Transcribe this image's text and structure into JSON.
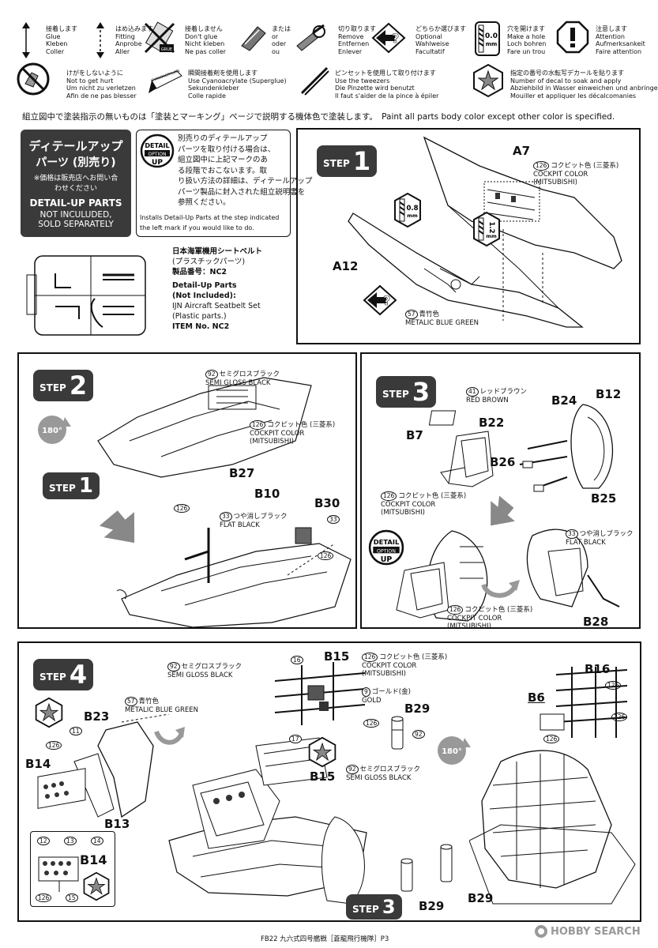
{
  "legend": {
    "row1": [
      {
        "icon": "up-down-arrow-icon",
        "text": "接着します\nGlue\nKleben\nColler"
      },
      {
        "icon": "dashed-arrow-icon",
        "text": "はめ込みます\nFitting\nAnprobe\nAller"
      },
      {
        "icon": "no-glue-icon",
        "text": "接着しません\nDon't glue\nNicht kleben\nNe pas coller"
      },
      {
        "icon": "or-icon",
        "text": "または\nor\noder\nou"
      },
      {
        "icon": "cutter-icon",
        "text": "切り取ります\nRemove\nEntfernen\nEnlever"
      },
      {
        "icon": "optional-icon",
        "text": "どちらか選びます\nOptional\nWahlweise\nFacultatif"
      },
      {
        "icon": "drill-hole-icon",
        "text": "穴を開けます\nMake a hole\nLoch bohren\nFare un trou"
      },
      {
        "icon": "attention-icon",
        "text": "注意します\nAttention\nAufmerksankeit\nFaire attention"
      }
    ],
    "row2": [
      {
        "icon": "hurt-hand-icon",
        "text": "けがをしないように\nNot to get hurt\nUm nicht zu verletzen\nAfin de ne pas blesser"
      },
      {
        "icon": "cyanoacrylate-icon",
        "text": "瞬間接着剤を使用します\nUse Cyanoacrylate (Superglue)\nSekundenkleber\nColle rapide"
      },
      {
        "icon": "tweezers-icon",
        "text": "ピンセットを使用して取り付けます\nUse the tweezers\nDie Pinzette wird benutzt\nIl faut s'aider de la pince à épiler"
      },
      {
        "icon": "decal-star-icon",
        "text": "指定の番号の水転写デカールを貼ります\nNumber of decal to soak and apply\nAbziehbild in Wasser einweichen und anbringen\nMouiller et appliquer les décalcomanies"
      }
    ],
    "drill_value": "0.0",
    "drill_unit": "mm",
    "cyano_label": "CYANOACRYLATE",
    "noglue_label": "GRUE"
  },
  "paint_instruction": "組立図中で塗装指示の無いものは「塗装とマーキング」ページで説明する機体色で塗装します。　Paint all parts body color except other color is specified.",
  "detail_box": {
    "title_jp_1": "ディテールアップ",
    "title_jp_2": "パーツ (別売り)",
    "note_jp_1": "※価格は販売店へお問い合",
    "note_jp_2": "わせください",
    "title_en": "DETAIL-UP PARTS",
    "sub_en_1": "NOT INCULUDED,",
    "sub_en_2": "SOLD SEPARATELY"
  },
  "option_box": {
    "badge_top": "DETAIL",
    "badge_mid": "OPTION",
    "badge_bot": "UP",
    "text_jp": "別売りのディテールアップ\nパーツを取り付ける場合は、\n組立図中に上記マークのあ\nる段階でおこないます。取\nり扱い方法の詳細は、ディテールアップ\nパーツ製品に封入された組立説明書を\n参照ください。",
    "text_en": "Installs Detail-Up Parts at the step indicated\nthe left mark if you would like to do."
  },
  "seatbelt": {
    "jp_1": "日本海軍機用シートベルト",
    "jp_2": "(プラスチックパーツ)",
    "jp_3": "製品番号：NC2",
    "en_1": "Detail-Up Parts",
    "en_2": "(Not Included):",
    "en_3": "IJN Aircraft Seatbelt Set",
    "en_4": "(Plastic parts.)",
    "en_5": "ITEM No. NC2"
  },
  "step1": {
    "word": "STEP",
    "num": "1",
    "parts": [
      "A7",
      "A12"
    ],
    "drill1": "0.8",
    "drill2": "1.2",
    "unit": "mm",
    "color1": {
      "num": "126",
      "text": "コクピット色 (三菱系)\nCOCKPIT COLOR\n(MITSUBISHI)"
    },
    "color2": {
      "num": "57",
      "text": "青竹色\nMETALIC BLUE GREEN"
    }
  },
  "step2": {
    "word": "STEP",
    "num": "2",
    "sub_word": "STEP",
    "sub_num": "1",
    "rotate": "180°",
    "parts": [
      "B27",
      "B10",
      "B30"
    ],
    "color1": {
      "num": "92",
      "text": "セミグロスブラック\nSEMI GLOSS BLACK"
    },
    "color2": {
      "num": "126",
      "text": "コクピット色 (三菱系)\nCOCKPIT COLOR\n(MITSUBISHI)"
    },
    "color3": {
      "num": "33",
      "text": "つや消しブラック\nFLAT BLACK"
    },
    "marks": [
      "126",
      "33",
      "126"
    ]
  },
  "step3": {
    "word": "STEP",
    "num": "3",
    "parts": [
      "B7",
      "B22",
      "B24",
      "B12",
      "B26",
      "B25",
      "B28"
    ],
    "color1": {
      "num": "41",
      "text": "レッドブラウン\nRED BROWN"
    },
    "color2": {
      "num": "126",
      "text": "コクピット色 (三菱系)\nCOCKPIT COLOR\n(MITSUBISHI)"
    },
    "color3": {
      "num": "126",
      "text": "コクピット色 (三菱系)\nCOCKPIT COLOR\n(MITSUBISHI)"
    },
    "color4": {
      "num": "33",
      "text": "つや消しブラック\nFLAT BLACK"
    },
    "badge_top": "DETAIL",
    "badge_mid": "OPTION",
    "badge_bot": "UP"
  },
  "step4": {
    "word": "STEP",
    "num": "4",
    "sub_word": "STEP",
    "sub_num": "3",
    "rotate": "180°",
    "parts": [
      "B23",
      "B14",
      "B13",
      "B15",
      "B29",
      "B16",
      "B6"
    ],
    "lower_parts": [
      "B15",
      "B29",
      "B29"
    ],
    "inset_part": "B14",
    "color1": {
      "num": "92",
      "text": "セミグロスブラック\nSEMI GLOSS BLACK"
    },
    "color2": {
      "num": "57",
      "text": "青竹色\nMETALIC BLUE GREEN"
    },
    "color3": {
      "num": "126",
      "text": "コクピット色 (三菱系)\nCOCKPIT COLOR\n(MITSUBISHI)"
    },
    "color4": {
      "num": "9",
      "text": "ゴールド(金)\nGOLD"
    },
    "color5": {
      "num": "92",
      "text": "セミグロスブラック\nSEMI GLOSS BLACK"
    },
    "decals": [
      "11",
      "16",
      "17",
      "12",
      "13",
      "14",
      "15"
    ],
    "marks": [
      "126",
      "126",
      "92",
      "126",
      "126",
      "126",
      "126"
    ]
  },
  "footer": {
    "text": "FB22 九六式四号艦戦［蒼龍飛行機隊］P3",
    "watermark": "HOBBY SEARCH"
  }
}
